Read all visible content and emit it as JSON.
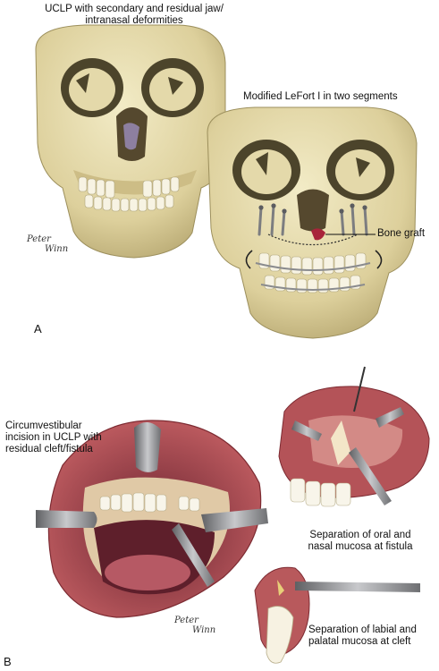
{
  "panel_a": {
    "letter": "A",
    "caption_top_line1": "UCLP with secondary and residual jaw/",
    "caption_top_line2": "intranasal deformities",
    "caption_mid": "Modified LeFort I in two segments",
    "callout_bone_graft": "Bone graft",
    "signature_line1": "Peter",
    "signature_line2": "Winn"
  },
  "panel_b": {
    "letter": "B",
    "caption_left_line1": "Circumvestibular",
    "caption_left_line2": "incision in UCLP with",
    "caption_left_line3": "residual cleft/fistula",
    "caption_right_mid_line1": "Separation of oral and",
    "caption_right_mid_line2": "nasal mucosa at fistula",
    "caption_right_bottom_line1": "Separation of labial and",
    "caption_right_bottom_line2": "palatal mucosa at cleft",
    "signature_line1": "Peter",
    "signature_line2": "Winn"
  },
  "colors": {
    "bone": "#e6dcae",
    "bone_shadow": "#b8ab78",
    "socket": "#5b5236",
    "gum": "#b8595c",
    "gum_dark": "#7d2b32",
    "tooth": "#f6f3e8",
    "steel": "#8e8f92",
    "graft": "#a8233a"
  }
}
